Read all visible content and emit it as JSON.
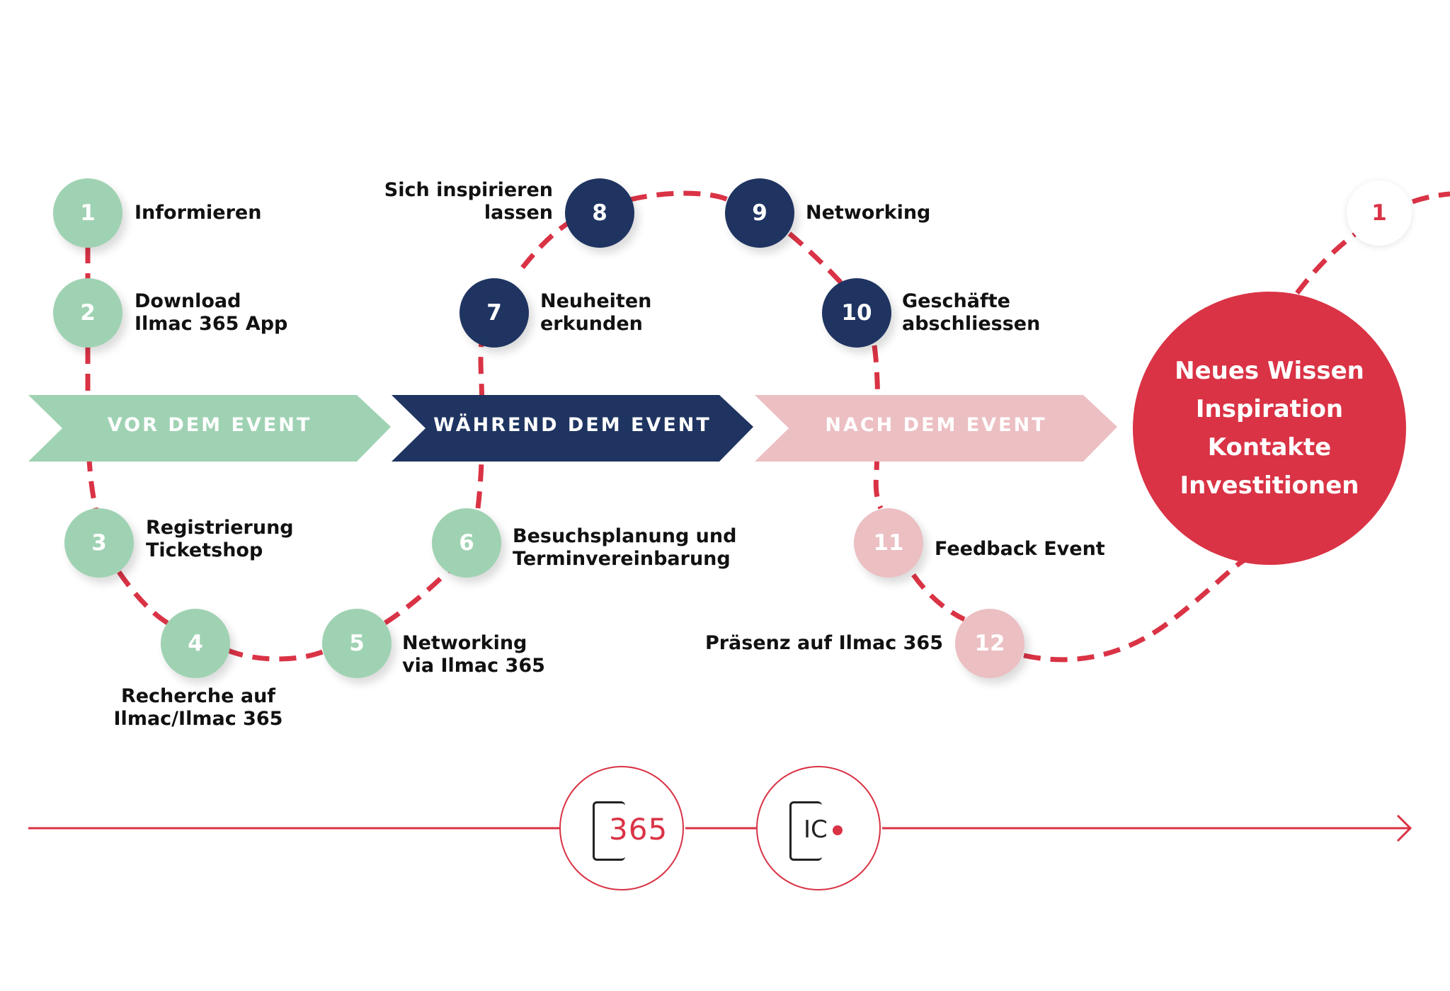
{
  "colors": {
    "green": "#9fd2b3",
    "navy": "#1f3461",
    "pink": "#ecbfc3",
    "red": "#d93345"
  },
  "phases": [
    {
      "label": "VOR DEM EVENT",
      "color": "#9fd2b3"
    },
    {
      "label": "WÄHREND DEM EVENT",
      "color": "#1f3461"
    },
    {
      "label": "NACH DEM EVENT",
      "color": "#ecbfc3"
    }
  ],
  "steps": [
    {
      "num": "1",
      "label": "Informieren"
    },
    {
      "num": "2",
      "label": "Download\nIlmac 365 App"
    },
    {
      "num": "3",
      "label": "Registrierung\nTicketshop"
    },
    {
      "num": "4",
      "label": "Recherche auf\nIlmac/Ilmac 365"
    },
    {
      "num": "5",
      "label": "Networking\nvia Ilmac 365"
    },
    {
      "num": "6",
      "label": "Besuchsplanung und\nTerminvereinbarung"
    },
    {
      "num": "7",
      "label": "Neuheiten\nerkunden"
    },
    {
      "num": "8",
      "label": "Sich inspirieren\nlassen"
    },
    {
      "num": "9",
      "label": "Networking"
    },
    {
      "num": "10",
      "label": "Geschäfte\nabschliessen"
    },
    {
      "num": "11",
      "label": "Feedback Event"
    },
    {
      "num": "12",
      "label": "Präsenz auf Ilmac 365"
    }
  ],
  "restart_step": "1",
  "outcome": [
    "Neues Wissen",
    "Inspiration",
    "Kontakte",
    "Investitionen"
  ],
  "logos": {
    "ilmac365": "365",
    "ilmac": "IC"
  }
}
